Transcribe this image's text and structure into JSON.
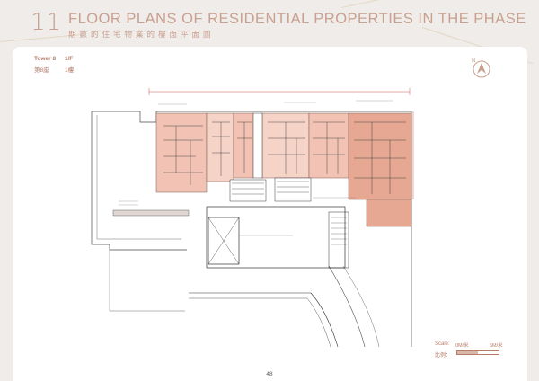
{
  "header": {
    "page_number": "11",
    "title_en": "FLOOR PLANS OF RESIDENTIAL PROPERTIES IN THE PHASE",
    "title_zh": "期數的住宅物業的樓面平面圖"
  },
  "plan_info": {
    "tower_en": "Tower 8",
    "tower_zh": "第8座",
    "floor_en": "1/F",
    "floor_zh": "1樓"
  },
  "north_label": "N",
  "scale": {
    "label_en": "Scale:",
    "label_zh": "比例：",
    "start": "0M/米",
    "end": "5M/米"
  },
  "footer": {
    "page": "48"
  },
  "colors": {
    "accent": "#c9a08f",
    "unit_fill": "#f2c3b4",
    "unit_fill_dark": "#e6a893",
    "line": "#4a4a4a"
  }
}
